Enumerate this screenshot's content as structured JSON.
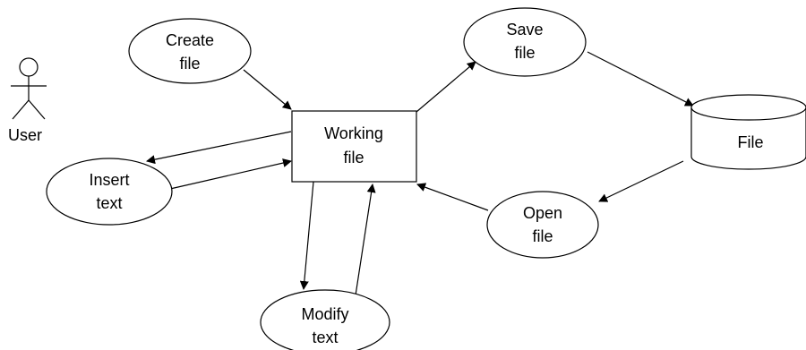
{
  "diagram": {
    "actor": {
      "label": "User"
    },
    "nodes": {
      "create_file": {
        "line1": "Create",
        "line2": "file"
      },
      "save_file": {
        "line1": "Save",
        "line2": "file"
      },
      "working_file": {
        "line1": "Working",
        "line2": "file"
      },
      "file_store": {
        "label": "File"
      },
      "insert_text": {
        "line1": "Insert",
        "line2": "text"
      },
      "open_file": {
        "line1": "Open",
        "line2": "file"
      },
      "modify_text": {
        "line1": "Modify",
        "line2": "text"
      }
    }
  }
}
